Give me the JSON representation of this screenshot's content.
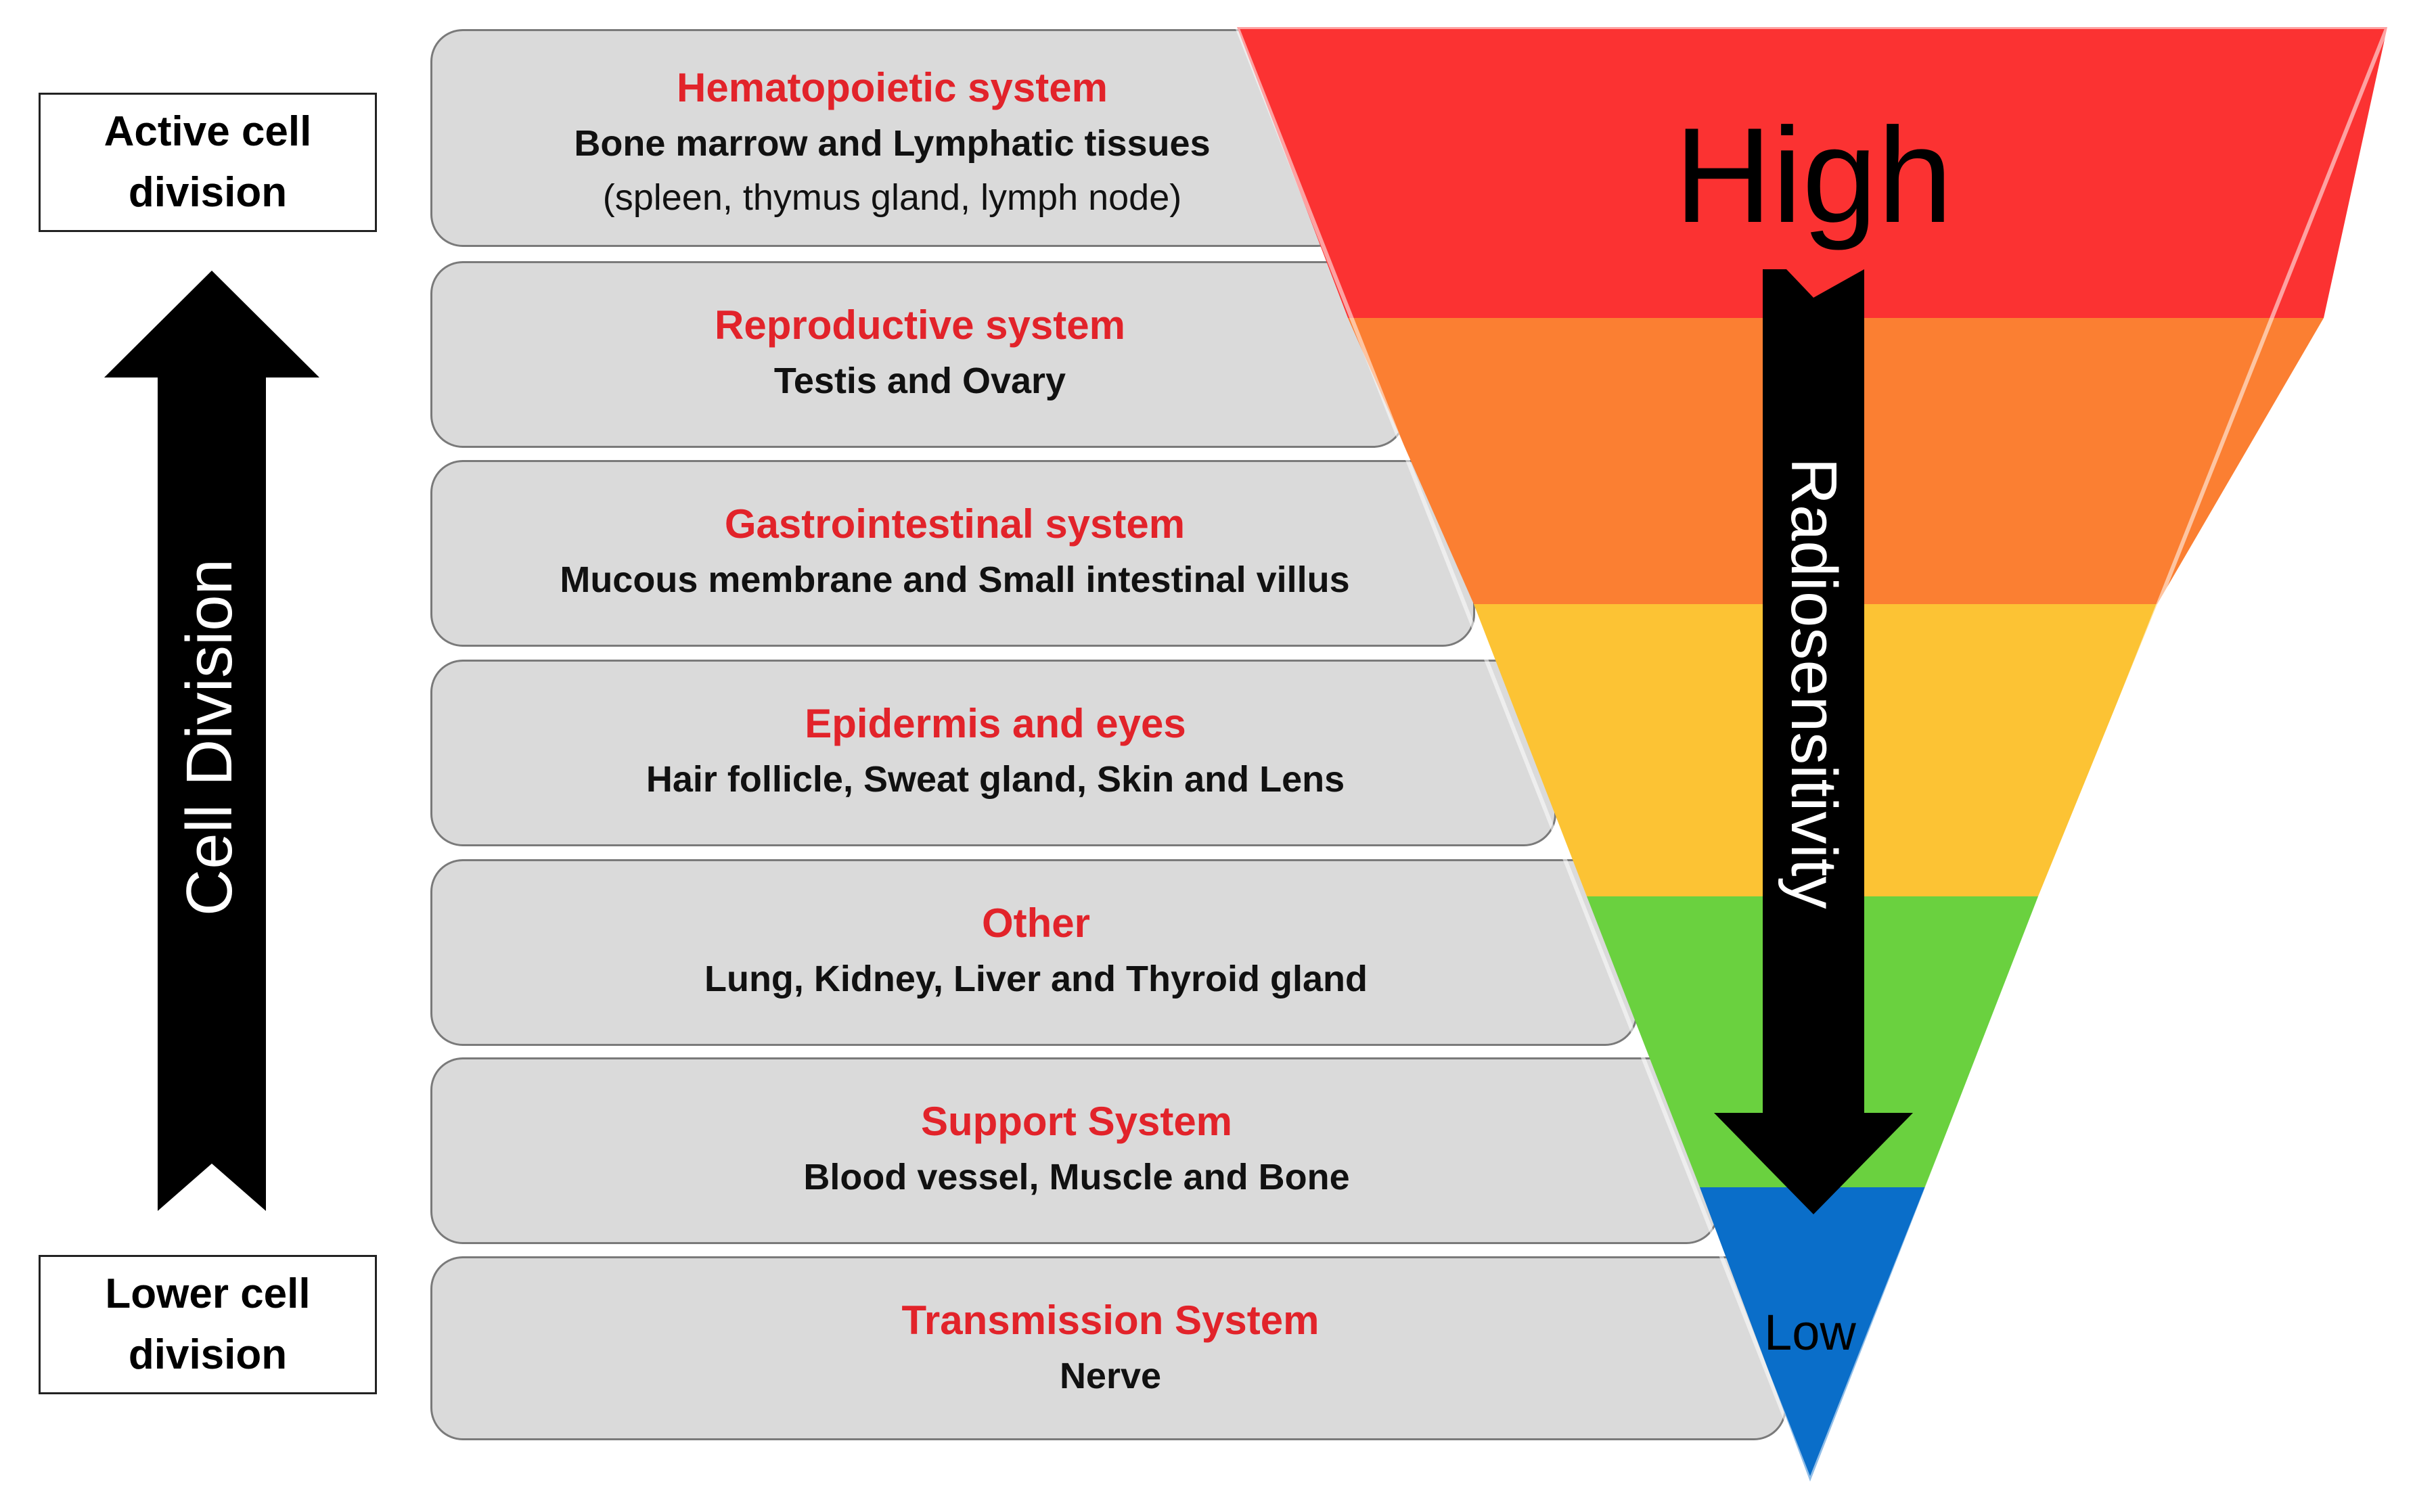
{
  "left_axis": {
    "top_box": [
      "Active cell",
      "division"
    ],
    "bottom_box": [
      "Lower cell",
      "division"
    ],
    "arrow_label": "Cell Division"
  },
  "rows": [
    {
      "title": "Hematopoietic system",
      "lines": [
        "Bone marrow and Lymphatic tissues",
        "(spleen, thymus gland, lymph node)"
      ]
    },
    {
      "title": "Reproductive system",
      "lines": [
        "Testis and Ovary"
      ]
    },
    {
      "title": "Gastrointestinal system",
      "lines": [
        "Mucous membrane and Small intestinal villus"
      ]
    },
    {
      "title": "Epidermis and eyes",
      "lines": [
        "Hair follicle, Sweat gland, Skin and Lens"
      ]
    },
    {
      "title": "Other",
      "lines": [
        "Lung, Kidney, Liver and Thyroid gland"
      ]
    },
    {
      "title": "Support System",
      "lines": [
        "Blood vessel, Muscle and Bone"
      ]
    },
    {
      "title": "Transmission System",
      "lines": [
        "Nerve"
      ]
    }
  ],
  "triangle": {
    "high_label": "High",
    "low_label": "Low",
    "arrow_label": "Radiosensitivity",
    "band_colors": [
      "#fb3232",
      "#fb7f32",
      "#fcc334",
      "#6ad13f",
      "#0a6ec9"
    ]
  },
  "colors": {
    "title_red": "#e2232a",
    "panel_fill": "#dadada",
    "panel_border": "#7a7a7a"
  }
}
